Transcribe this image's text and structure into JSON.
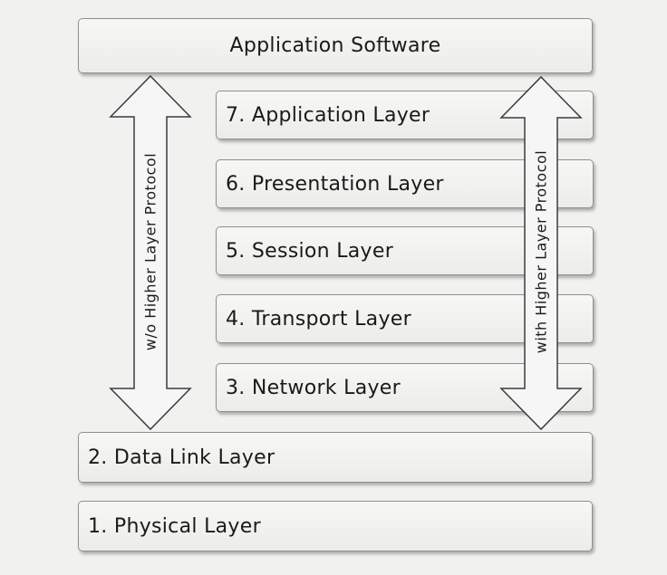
{
  "diagram": {
    "top_box": "Application Software",
    "layers": [
      "7. Application Layer",
      "6. Presentation Layer",
      "5. Session Layer",
      "4. Transport Layer",
      "3. Network Layer",
      "2. Data Link Layer",
      "1. Physical Layer"
    ],
    "left_arrow_label": "w/o Higher Layer Protocol",
    "right_arrow_label": "with Higher Layer Protocol"
  },
  "colors": {
    "box_border": "#8f8f8f",
    "arrow_fill": "#f6f6f6",
    "arrow_stroke": "#3c3c3c"
  }
}
